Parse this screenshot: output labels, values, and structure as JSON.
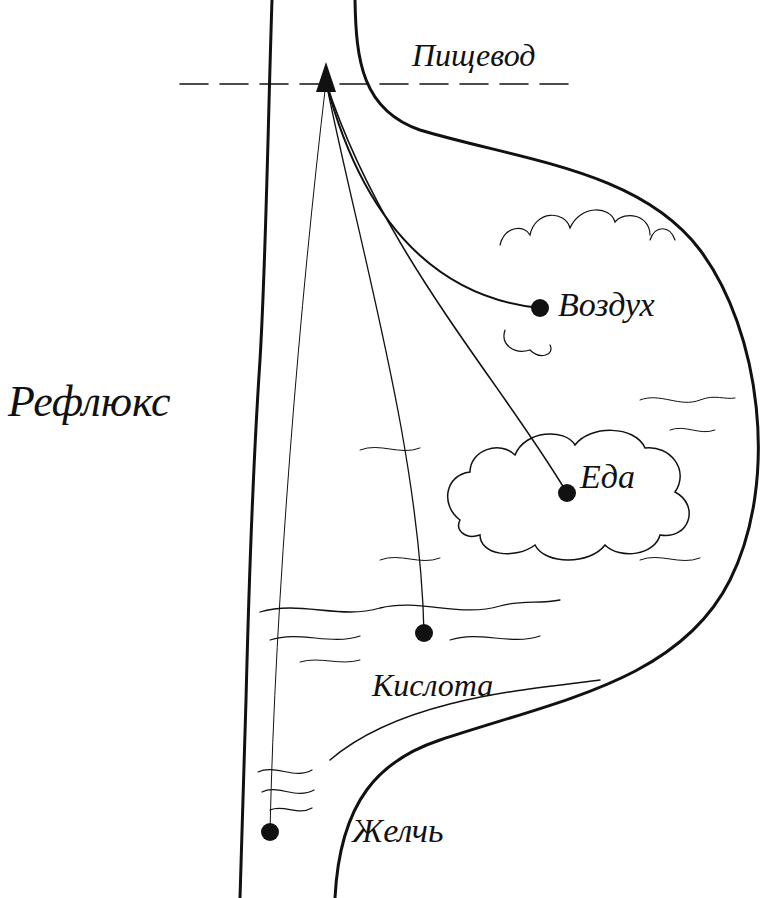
{
  "diagram": {
    "labels": [
      "Пищевод",
      "Воздух",
      "Рефлюкс",
      "Еда",
      "Кислота",
      "Желчь"
    ]
  }
}
